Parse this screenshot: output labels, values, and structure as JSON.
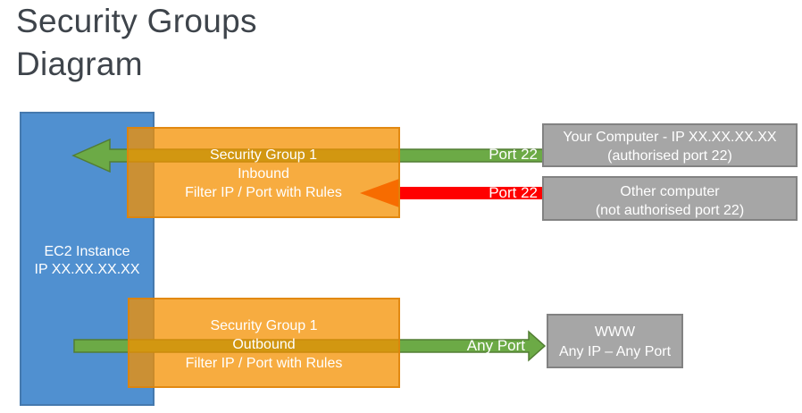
{
  "title": {
    "line1": "Security Groups",
    "line2": "Diagram"
  },
  "ec2": {
    "line1": "EC2 Instance",
    "line2": "IP XX.XX.XX.XX"
  },
  "security_groups": {
    "inbound": {
      "line1": "Security Group 1",
      "line2": "Inbound",
      "line3": "Filter IP / Port with Rules"
    },
    "outbound": {
      "line1": "Security Group 1",
      "line2": "Outbound",
      "line3": "Filter IP / Port with Rules"
    }
  },
  "external": {
    "your_computer": {
      "line1": "Your Computer - IP XX.XX.XX.XX",
      "line2": "(authorised port 22)"
    },
    "other_computer": {
      "line1": "Other computer",
      "line2": "(not authorised port 22)"
    },
    "www": {
      "line1": "WWW",
      "line2": "Any IP – Any Port"
    }
  },
  "arrows": {
    "inbound_allowed": {
      "label": "Port 22",
      "color": "#6CAA46",
      "direction": "left"
    },
    "inbound_blocked": {
      "label": "Port 22",
      "color": "#FF0000",
      "direction": "left"
    },
    "outbound": {
      "label": "Any Port",
      "color": "#6CAA46",
      "direction": "right"
    }
  },
  "colors": {
    "ec2_blue": "#5090D0",
    "security_group_orange": "#F7AC3E",
    "external_gray": "#A6A6A6",
    "allowed_green": "#6CAA46",
    "blocked_red": "#FF0000",
    "title_text": "#3E444B"
  }
}
